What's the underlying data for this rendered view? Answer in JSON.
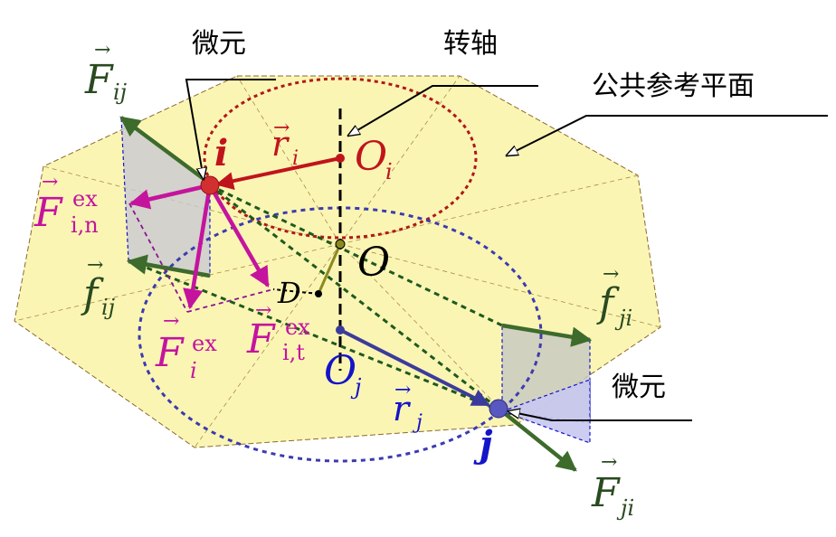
{
  "labels": {
    "axis": "转轴",
    "plane": "公共参考平面",
    "element_top": "微元",
    "element_bottom": "微元",
    "i": "i",
    "j": "j",
    "O": "O",
    "O_i_main": "O",
    "O_i_sub": "i",
    "O_j_main": "O",
    "O_j_sub": "j",
    "D": "D",
    "r_i_main": "r",
    "r_i_sub": "i",
    "r_j_main": "r",
    "r_j_sub": "j",
    "F_ij_main": "F",
    "F_ij_sub": "ij",
    "F_ji_main": "F",
    "F_ji_sub": "ji",
    "f_ij_main": "f",
    "f_ij_sub": "ij",
    "f_ji_main": "f",
    "f_ji_sub": "ji",
    "F_in_main": "F",
    "F_in_sup": "ex",
    "F_in_sub": "i,n",
    "F_it_main": "F",
    "F_it_sup": "ex",
    "F_it_sub": "i,t",
    "F_i_main": "F",
    "F_i_sup": "ex",
    "F_i_sub": "i",
    "vec": "→"
  },
  "colors": {
    "plane_fill": "#fbf5b4",
    "plane_edge": "#8a6a2a",
    "red": "#c0141c",
    "blue": "#3b3b9c",
    "dark_blue": "#1414c8",
    "green": "#3d6b2c",
    "magenta": "#c4149e",
    "olive": "#8a8a20"
  }
}
